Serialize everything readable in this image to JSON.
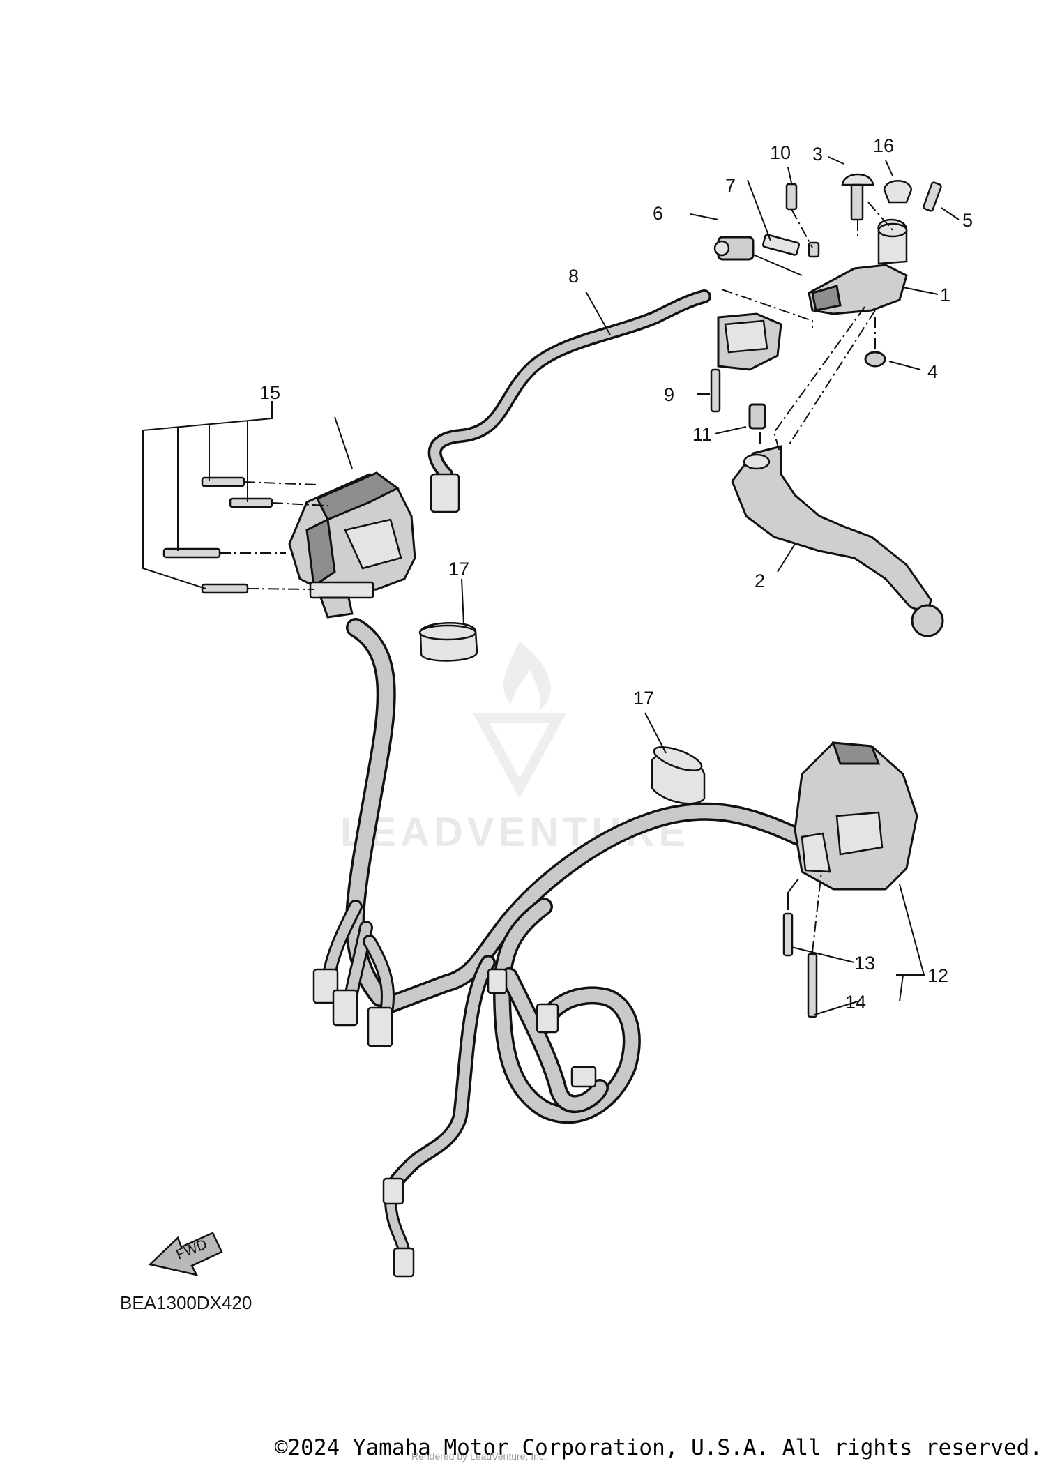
{
  "diagram": {
    "callouts": [
      "1",
      "2",
      "3",
      "4",
      "5",
      "6",
      "7",
      "8",
      "9",
      "10",
      "11",
      "12",
      "13",
      "14",
      "15",
      "16",
      "17",
      "17"
    ],
    "fwd_label": "FWD",
    "drawing_code": "BEA1300DX420"
  },
  "footer": {
    "copyright": "©2024 Yamaha Motor Corporation, U.S.A. All rights reserved.",
    "rendered_by": "Rendered by LeadVenture, Inc."
  },
  "watermark": {
    "brand": "LEADVENTURE"
  },
  "colors": {
    "line": "#111111",
    "part_fill": "#cfcfcf",
    "watermark": "#e9e9e9"
  }
}
